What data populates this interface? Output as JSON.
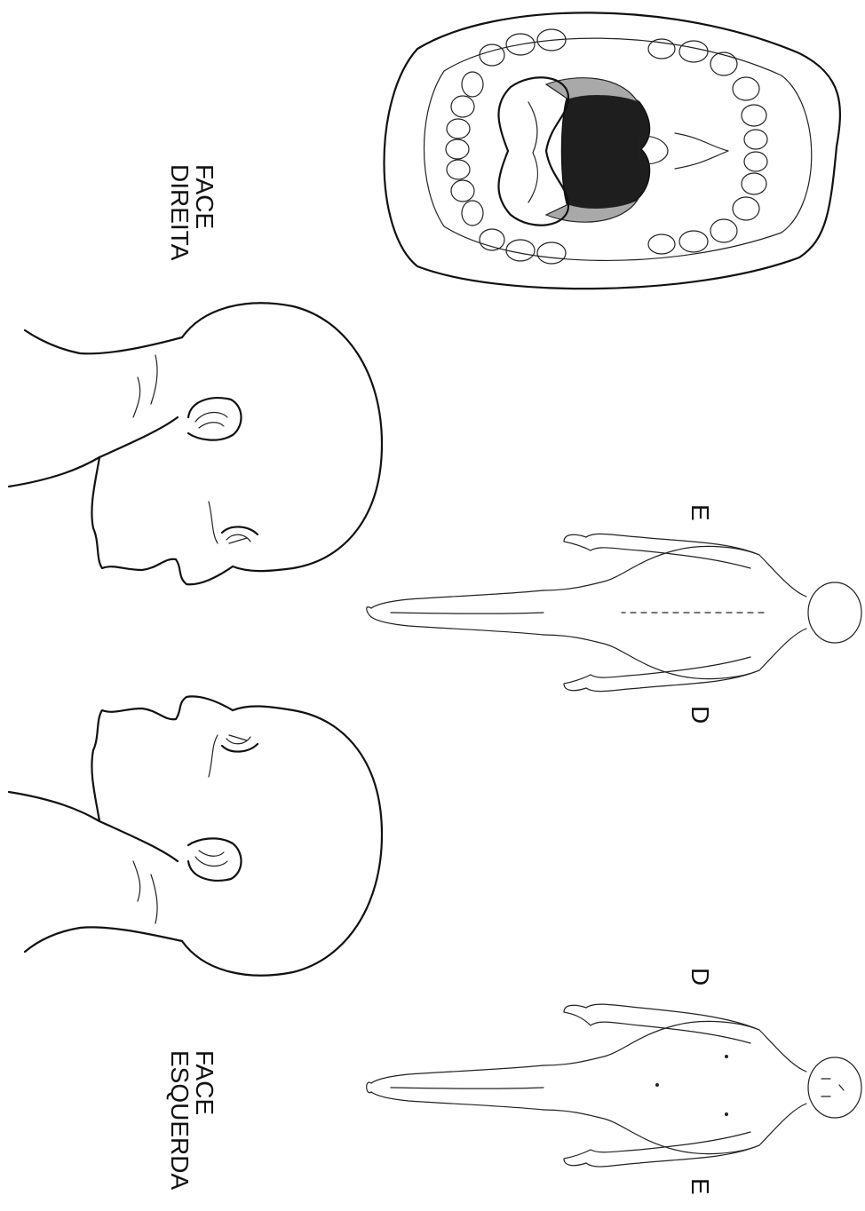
{
  "labels": {
    "face_right_line1": "FACE",
    "face_right_line2": "DIREITA",
    "face_left_line1": "FACE",
    "face_left_line2": "ESQUERDA",
    "back_figure_top": "E",
    "back_figure_bottom": "D",
    "front_figure_top": "D",
    "front_figure_bottom": "E"
  },
  "colors": {
    "ink": "#111111",
    "mouth_dark": "#1e1e1e",
    "mouth_gray": "#a9a9a9"
  }
}
